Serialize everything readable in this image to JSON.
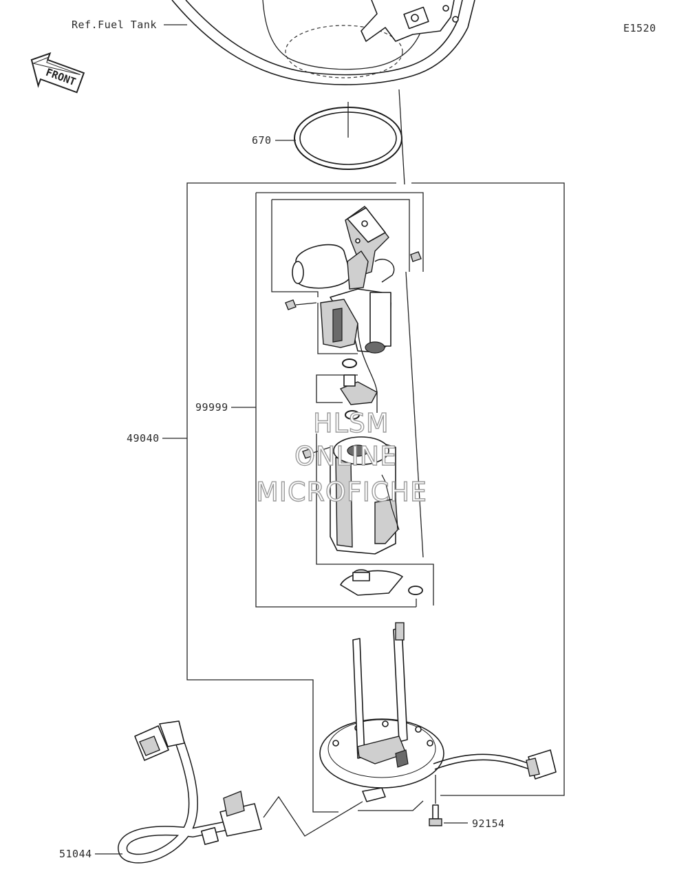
{
  "diagram_code": "E1520",
  "front_label": "FRONT",
  "ref_label": "Ref.Fuel Tank",
  "callouts": {
    "gasket": "670",
    "assy_inner": "99999",
    "assy_outer": "49040",
    "bolt": "92154",
    "hose": "51044"
  },
  "watermark": {
    "line1": "HLSM",
    "line2": "ONLINE",
    "line3": "MICROFICHE"
  }
}
